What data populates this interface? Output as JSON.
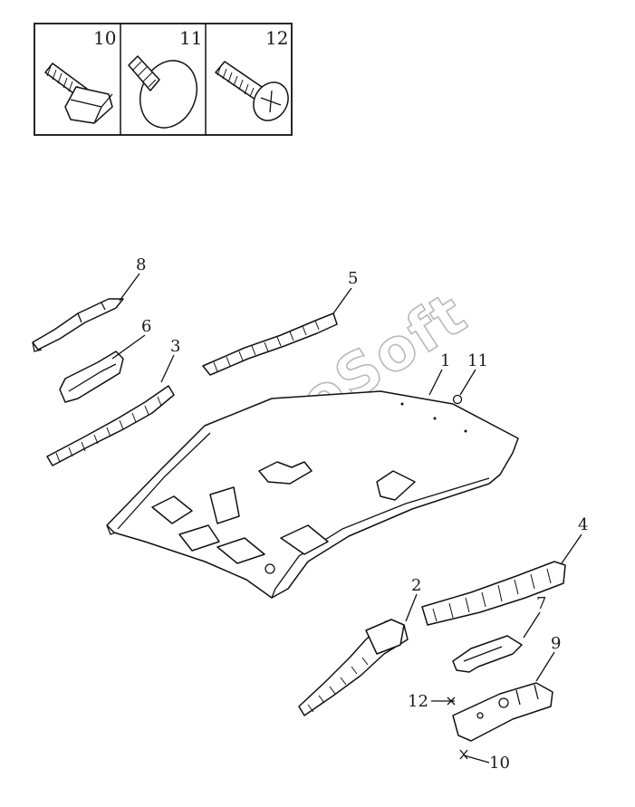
{
  "inset": {
    "labels": [
      "10",
      "11",
      "12"
    ]
  },
  "callouts": {
    "c1": "1",
    "c2": "2",
    "c3": "3",
    "c4": "4",
    "c5": "5",
    "c6": "6",
    "c7": "7",
    "c8": "8",
    "c9": "9",
    "c10": "10",
    "c11": "11",
    "c12": "12"
  },
  "watermark": "AutoSoft"
}
